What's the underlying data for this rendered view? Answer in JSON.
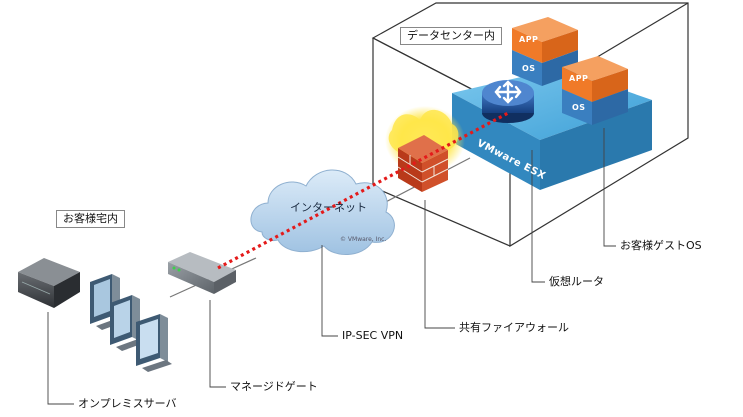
{
  "labels": {
    "datacenter": "データセンター内",
    "customer_site": "お客様宅内",
    "internet": "インターネット",
    "onprem_server": "オンプレミスサーバ",
    "managed_gateway": "マネージドゲート",
    "ipsec_vpn": "IP-SEC  VPN",
    "shared_firewall": "共有ファイアウォール",
    "virtual_router": "仮想ルータ",
    "guest_os": "お客様ゲストOS"
  },
  "vm_stack": {
    "app": "APP",
    "os": "OS"
  },
  "esx_label": "VMware ESX",
  "watermark": "© VMware, Inc.",
  "colors": {
    "vpn_line": "#e41a1a",
    "esx_platform": "#4aa8d8",
    "app_orange": "#f07a28",
    "os_blue": "#3a7fc0",
    "cloud": "#bcd6ec",
    "firewall_brick": "#b93a1a",
    "firewall_glow": "#ffe64a",
    "router": "#1d4f95"
  },
  "icons": [
    "server-icon",
    "computer-icon",
    "gateway-icon",
    "cloud-icon",
    "firewall-icon",
    "router-icon",
    "vm-icon"
  ]
}
